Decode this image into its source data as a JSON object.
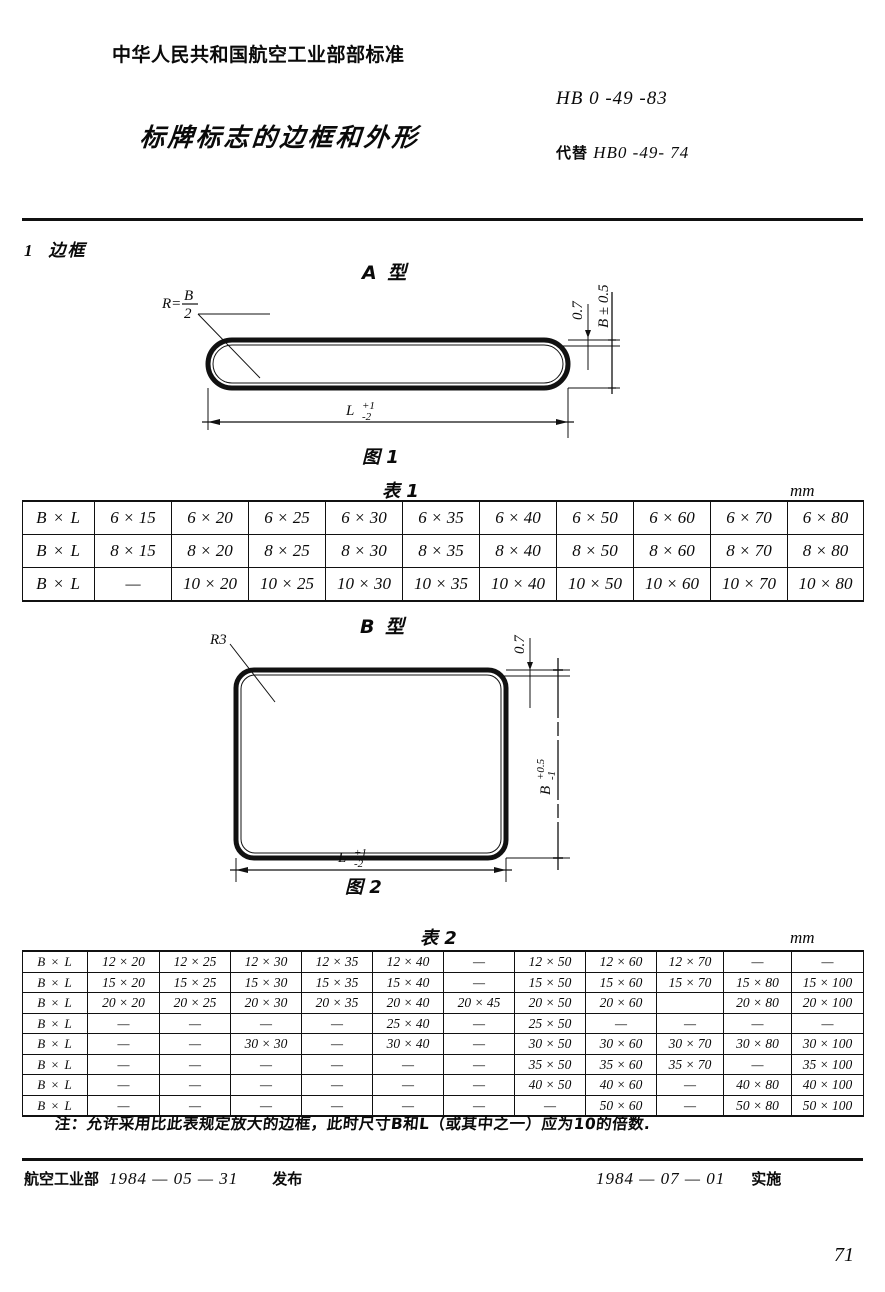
{
  "header": {
    "ministry": "中华人民共和国航空工业部部标准",
    "title": "标牌标志的边框和外形",
    "standard_code": "HB 0 -49 -83",
    "replaces_label": "代替",
    "replaces_code": "HB0 -49- 74"
  },
  "section": {
    "number": "1",
    "name": "边框"
  },
  "type_a": {
    "label": "A 型",
    "figure_caption": "图 1",
    "radius_note": "R = B/2",
    "thickness": "0.7",
    "height_dim": "B ± 0.5",
    "length_dim": "L",
    "length_tol_upper": "+1",
    "length_tol_lower": "-2"
  },
  "type_b": {
    "label": "B 型",
    "figure_caption": "图 2",
    "radius_note": "R3",
    "thickness": "0.7",
    "height_dim": "B",
    "height_tol_upper": "+0.5",
    "height_tol_lower": "-1",
    "length_dim": "L",
    "length_tol_upper": "+1",
    "length_tol_lower": "-2"
  },
  "table_1": {
    "caption": "表 1",
    "unit": "mm",
    "row_label": "B × L",
    "rows": [
      [
        "6 × 15",
        "6 × 20",
        "6 × 25",
        "6 × 30",
        "6 × 35",
        "6 × 40",
        "6 × 50",
        "6 × 60",
        "6 × 70",
        "6 × 80"
      ],
      [
        "8 × 15",
        "8 × 20",
        "8 × 25",
        "8 × 30",
        "8 × 35",
        "8 × 40",
        "8 × 50",
        "8 × 60",
        "8 × 70",
        "8 × 80"
      ],
      [
        "—",
        "10 × 20",
        "10 × 25",
        "10 × 30",
        "10 × 35",
        "10 × 40",
        "10 × 50",
        "10 × 60",
        "10 × 70",
        "10 × 80"
      ]
    ]
  },
  "table_2": {
    "caption": "表 2",
    "unit": "mm",
    "row_label": "B × L",
    "rows": [
      [
        "12 × 20",
        "12 × 25",
        "12 × 30",
        "12 × 35",
        "12 × 40",
        "—",
        "12 × 50",
        "12 × 60",
        "12 × 70",
        "—",
        "—"
      ],
      [
        "15 × 20",
        "15 × 25",
        "15 × 30",
        "15 × 35",
        "15 × 40",
        "—",
        "15 × 50",
        "15 × 60",
        "15 × 70",
        "15 × 80",
        "15 × 100"
      ],
      [
        "20 × 20",
        "20 × 25",
        "20 × 30",
        "20 × 35",
        "20 × 40",
        "20 × 45",
        "20 × 50",
        "20 × 60",
        "",
        "20 × 80",
        "20 × 100"
      ],
      [
        "—",
        "—",
        "—",
        "—",
        "25 × 40",
        "—",
        "25 × 50",
        "—",
        "—",
        "—",
        "—"
      ],
      [
        "—",
        "—",
        "30 × 30",
        "—",
        "30 × 40",
        "—",
        "30 × 50",
        "30 × 60",
        "30 × 70",
        "30 × 80",
        "30 × 100"
      ],
      [
        "—",
        "—",
        "—",
        "—",
        "—",
        "—",
        "35 × 50",
        "35 × 60",
        "35 × 70",
        "—",
        "35 × 100"
      ],
      [
        "—",
        "—",
        "—",
        "—",
        "—",
        "—",
        "40 × 50",
        "40 × 60",
        "—",
        "40 × 80",
        "40 × 100"
      ],
      [
        "—",
        "—",
        "—",
        "—",
        "—",
        "—",
        "—",
        "50 × 60",
        "—",
        "50 × 80",
        "50 × 100"
      ]
    ]
  },
  "note": "注：允许采用比此表规定放大的边框，此时尺寸B和L（或其中之一）应为10的倍数.",
  "footer": {
    "issuer": "航空工业部",
    "issue_date": "1984 — 05 — 31",
    "issue_action": "发布",
    "effective_date": "1984 — 07 — 01",
    "effective_action": "实施"
  },
  "page_number": "71"
}
